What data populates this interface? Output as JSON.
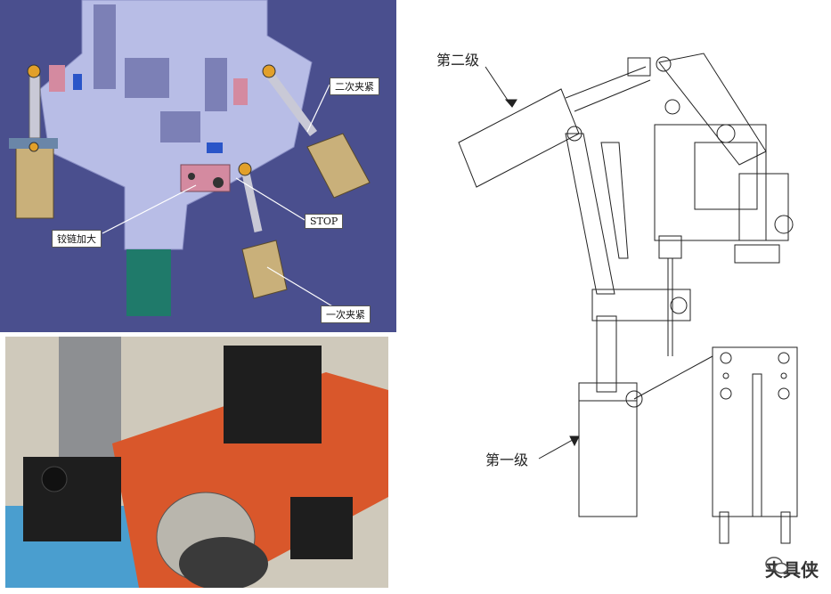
{
  "cad_view": {
    "label_secondary_clamp": "二次夹紧",
    "label_stop": "STOP",
    "label_hinge": "铰链加大",
    "label_primary_clamp": "一次夹紧"
  },
  "drawing": {
    "label_stage_two": "第二级",
    "label_stage_one": "第一级"
  },
  "watermark": {
    "text": "夹具侠"
  },
  "colors": {
    "cad_background": "#4a4f8e",
    "cad_plate": "#b8bde6",
    "cylinder": "#c9b07a",
    "mount_pink": "#d48aa0",
    "photo_arm": "#d9572b",
    "photo_block": "#1e1e1e"
  }
}
